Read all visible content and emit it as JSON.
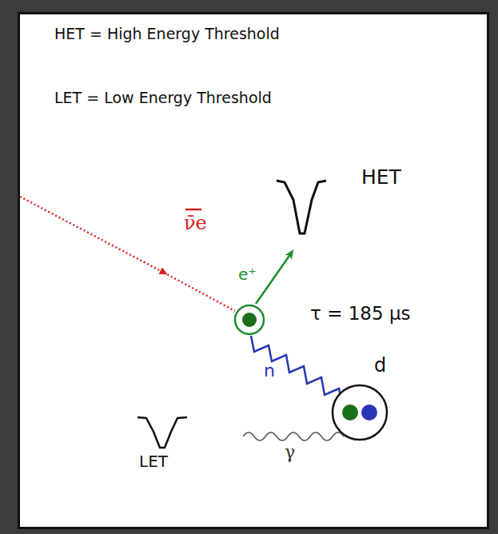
{
  "diagram": {
    "labels": [
      "HET = High Energy Threshold",
      "LET = Low Energy Threshold",
      "ν̄e",
      "e⁺",
      "HET",
      "τ = 185 μs",
      "n",
      "d",
      "γ",
      "LET"
    ]
  }
}
